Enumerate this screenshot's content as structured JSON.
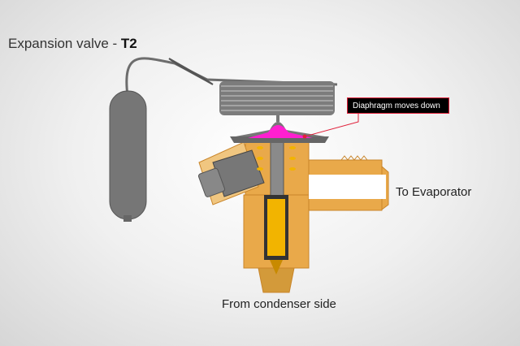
{
  "title": {
    "prefix": "Expansion valve - ",
    "bold": "T2"
  },
  "labels": {
    "callout": "Diaphragm moves down",
    "outlet": "To Evaporator",
    "inlet": "From condenser side"
  },
  "colors": {
    "brass": "#e9a94a",
    "brass_dark": "#c9852a",
    "steel": "#7a7a7a",
    "diaphragm": "#ff1fd0",
    "callout_border": "#e0203a",
    "spring": "#f2b400"
  }
}
